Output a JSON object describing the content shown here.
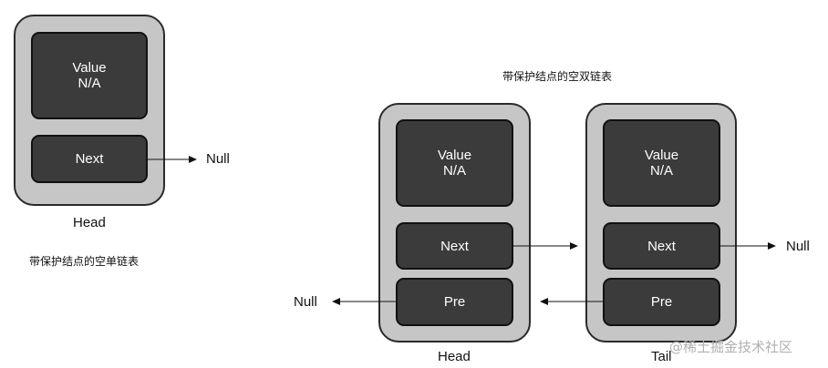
{
  "single_list": {
    "value_label": "Value",
    "value_text": "N/A",
    "next_label": "Next",
    "null_label": "Null",
    "node_label": "Head",
    "caption": "带保护结点的空单链表"
  },
  "double_list": {
    "caption": "带保护结点的空双链表",
    "head": {
      "value_label": "Value",
      "value_text": "N/A",
      "next_label": "Next",
      "pre_label": "Pre",
      "node_label": "Head"
    },
    "tail": {
      "value_label": "Value",
      "value_text": "N/A",
      "next_label": "Next",
      "pre_label": "Pre",
      "node_label": "Tail"
    },
    "null_right": "Null",
    "null_left": "Null"
  },
  "watermark": "@稀土掘金技术社区",
  "colors": {
    "node_fill": "#c6c6c6",
    "cell_fill": "#3b3b3b",
    "stroke": "#111111"
  }
}
